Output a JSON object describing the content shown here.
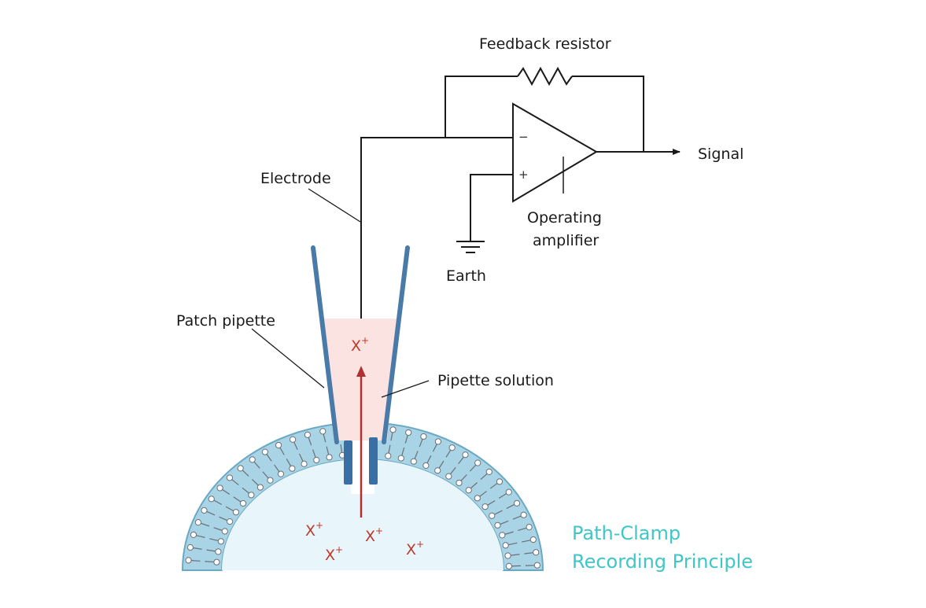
{
  "labels": {
    "feedback_resistor": "Feedback resistor",
    "signal": "Signal",
    "electrode": "Electrode",
    "operating_amplifier_line1": "Operating",
    "operating_amplifier_line2": "amplifier",
    "earth": "Earth",
    "patch_pipette": "Patch pipette",
    "pipette_solution": "Pipette solution",
    "minus": "−",
    "plus": "+"
  },
  "ions": {
    "symbol": "X",
    "charge": "+"
  },
  "title": {
    "line1": "Path-Clamp",
    "line2": "Recording Principle"
  },
  "colors": {
    "wire": "#1a1a1a",
    "pipette_wall": "#4a7aa8",
    "pipette_solution": "#fbe3e2",
    "ion": "#c0392b",
    "arrow": "#b03030",
    "membrane": "#a9d4e6",
    "membrane_border": "#6aa9c4",
    "cell_interior": "#e8f5fb",
    "title": "#3fc6c6",
    "plug": "#3a6fa6"
  }
}
